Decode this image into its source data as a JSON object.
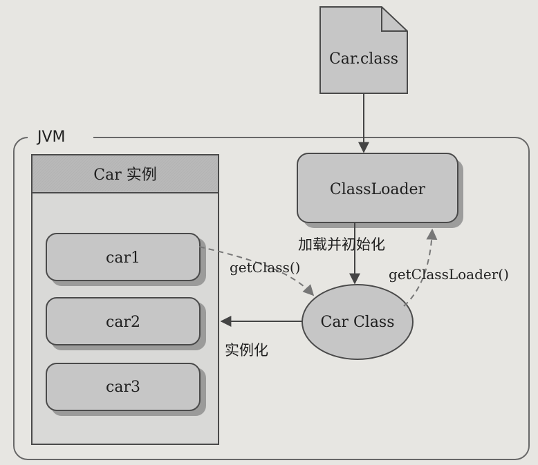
{
  "file": {
    "label": "Car.class"
  },
  "jvm": {
    "label": "JVM"
  },
  "instances_panel": {
    "title": "Car 实例",
    "items": [
      {
        "label": "car1"
      },
      {
        "label": "car2"
      },
      {
        "label": "car3"
      }
    ]
  },
  "classloader": {
    "label": "ClassLoader"
  },
  "car_class": {
    "label": "Car Class"
  },
  "edges": {
    "load_init": "加载并初始化",
    "get_class": "getClass()",
    "get_class_loader": "getClassLoader()",
    "instantiate": "实例化"
  },
  "colors": {
    "background": "#e7e6e2",
    "node_fill": "#c6c6c6",
    "panel_fill": "#d9d9d7",
    "panel_header_fill": "#b9b9b9",
    "shadow": "#8f8f8f",
    "stroke": "#4a4a4a",
    "text": "#1f1f1f"
  }
}
